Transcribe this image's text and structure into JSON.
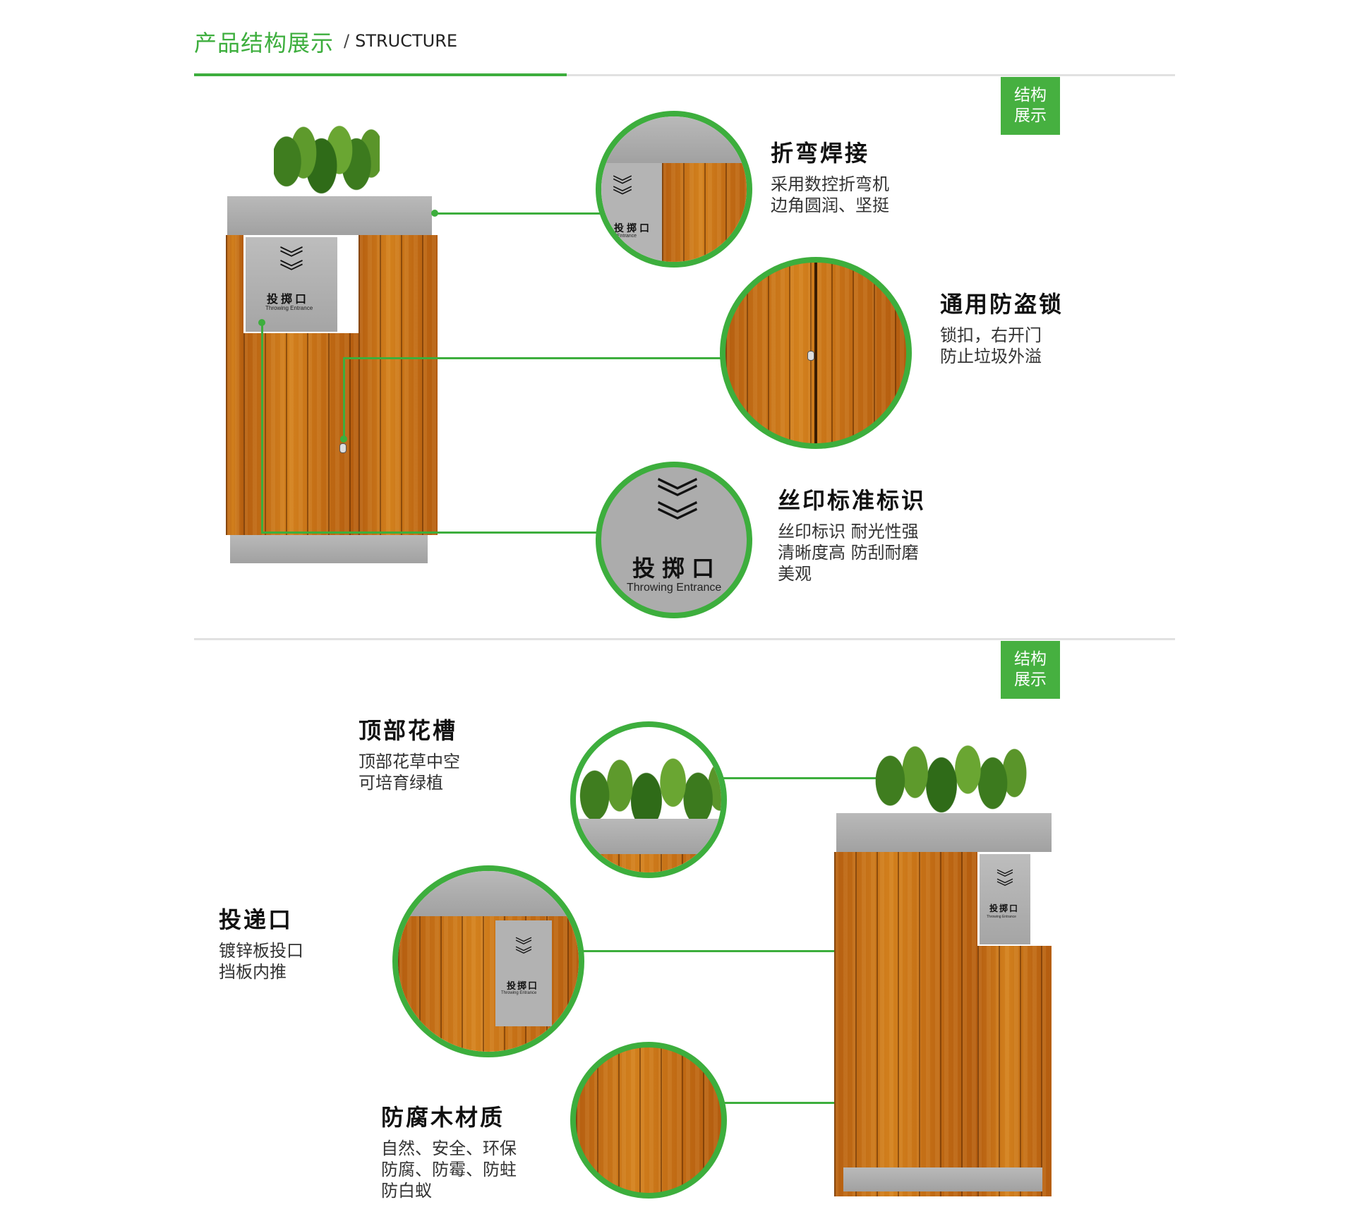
{
  "header": {
    "title_cn": "产品结构展示",
    "slash": "/",
    "title_en": "STRUCTURE"
  },
  "badges": [
    {
      "line1": "结构",
      "line2": "展示"
    },
    {
      "line1": "结构",
      "line2": "展示"
    }
  ],
  "sign": {
    "label": "投掷口",
    "subtitle": "Throwing Entrance",
    "small_subtitle": "Entrance"
  },
  "section1": {
    "features": [
      {
        "title": "折弯焊接",
        "lines": [
          "采用数控折弯机",
          "边角圆润、坚挺"
        ]
      },
      {
        "title": "通用防盗锁",
        "lines": [
          "锁扣，右开门",
          "防止垃圾外溢"
        ]
      },
      {
        "title": "丝印标准标识",
        "lines": [
          "丝印标识 耐光性强",
          "清晰度高 防刮耐磨",
          "美观"
        ]
      }
    ]
  },
  "section2": {
    "features": [
      {
        "title": "顶部花槽",
        "lines": [
          "顶部花草中空",
          "可培育绿植"
        ]
      },
      {
        "title": "投递口",
        "lines": [
          "镀锌板投口",
          "挡板内推"
        ]
      },
      {
        "title": "防腐木材质",
        "lines": [
          "自然、安全、环保",
          "防腐、防霉、防蛀",
          "防白蚁"
        ]
      }
    ]
  },
  "colors": {
    "accent_green": "#3dae3d",
    "badge_green": "#46b040",
    "wood_orange": "#c8731a",
    "steel_grey": "#a8a8a8",
    "divider_grey": "#e1e1e1"
  }
}
